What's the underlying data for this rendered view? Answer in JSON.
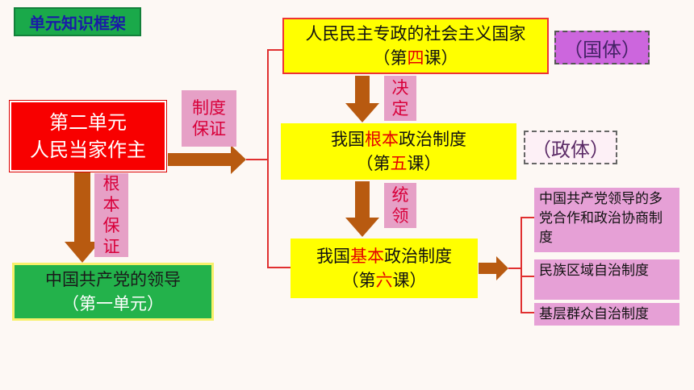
{
  "title": "单元知识框架",
  "unit": {
    "line1": "第二单元",
    "line2": "人民当家作主"
  },
  "leadership": {
    "line1": "中国共产党的领导",
    "line2": "（第一单元）"
  },
  "box1": {
    "text": "人民民主专政的社会主义国家",
    "sub_pre": "（第",
    "sub_red": "四",
    "sub_post": "课）"
  },
  "box2": {
    "pre": "我国",
    "red": "根本",
    "post": "政治制度",
    "sub_pre": "（第",
    "sub_red": "五",
    "sub_post": "课）"
  },
  "box3": {
    "pre": "我国",
    "red": "基本",
    "post": "政治制度",
    "sub_pre": "（第",
    "sub_red": "六",
    "sub_post": "课）"
  },
  "labels": {
    "zhidu_baozheng": [
      "制度",
      "保证"
    ],
    "genben_baozheng": [
      "根",
      "本",
      "保",
      "证"
    ],
    "jueding": [
      "决",
      "定"
    ],
    "tongling": [
      "统",
      "领"
    ]
  },
  "guoti": "（国体）",
  "zhengti": "（政体）",
  "systems": [
    "中国共产党领导的多党合作和政治协商制度",
    "民族区域自治制度",
    "基层群众自治制度"
  ]
}
